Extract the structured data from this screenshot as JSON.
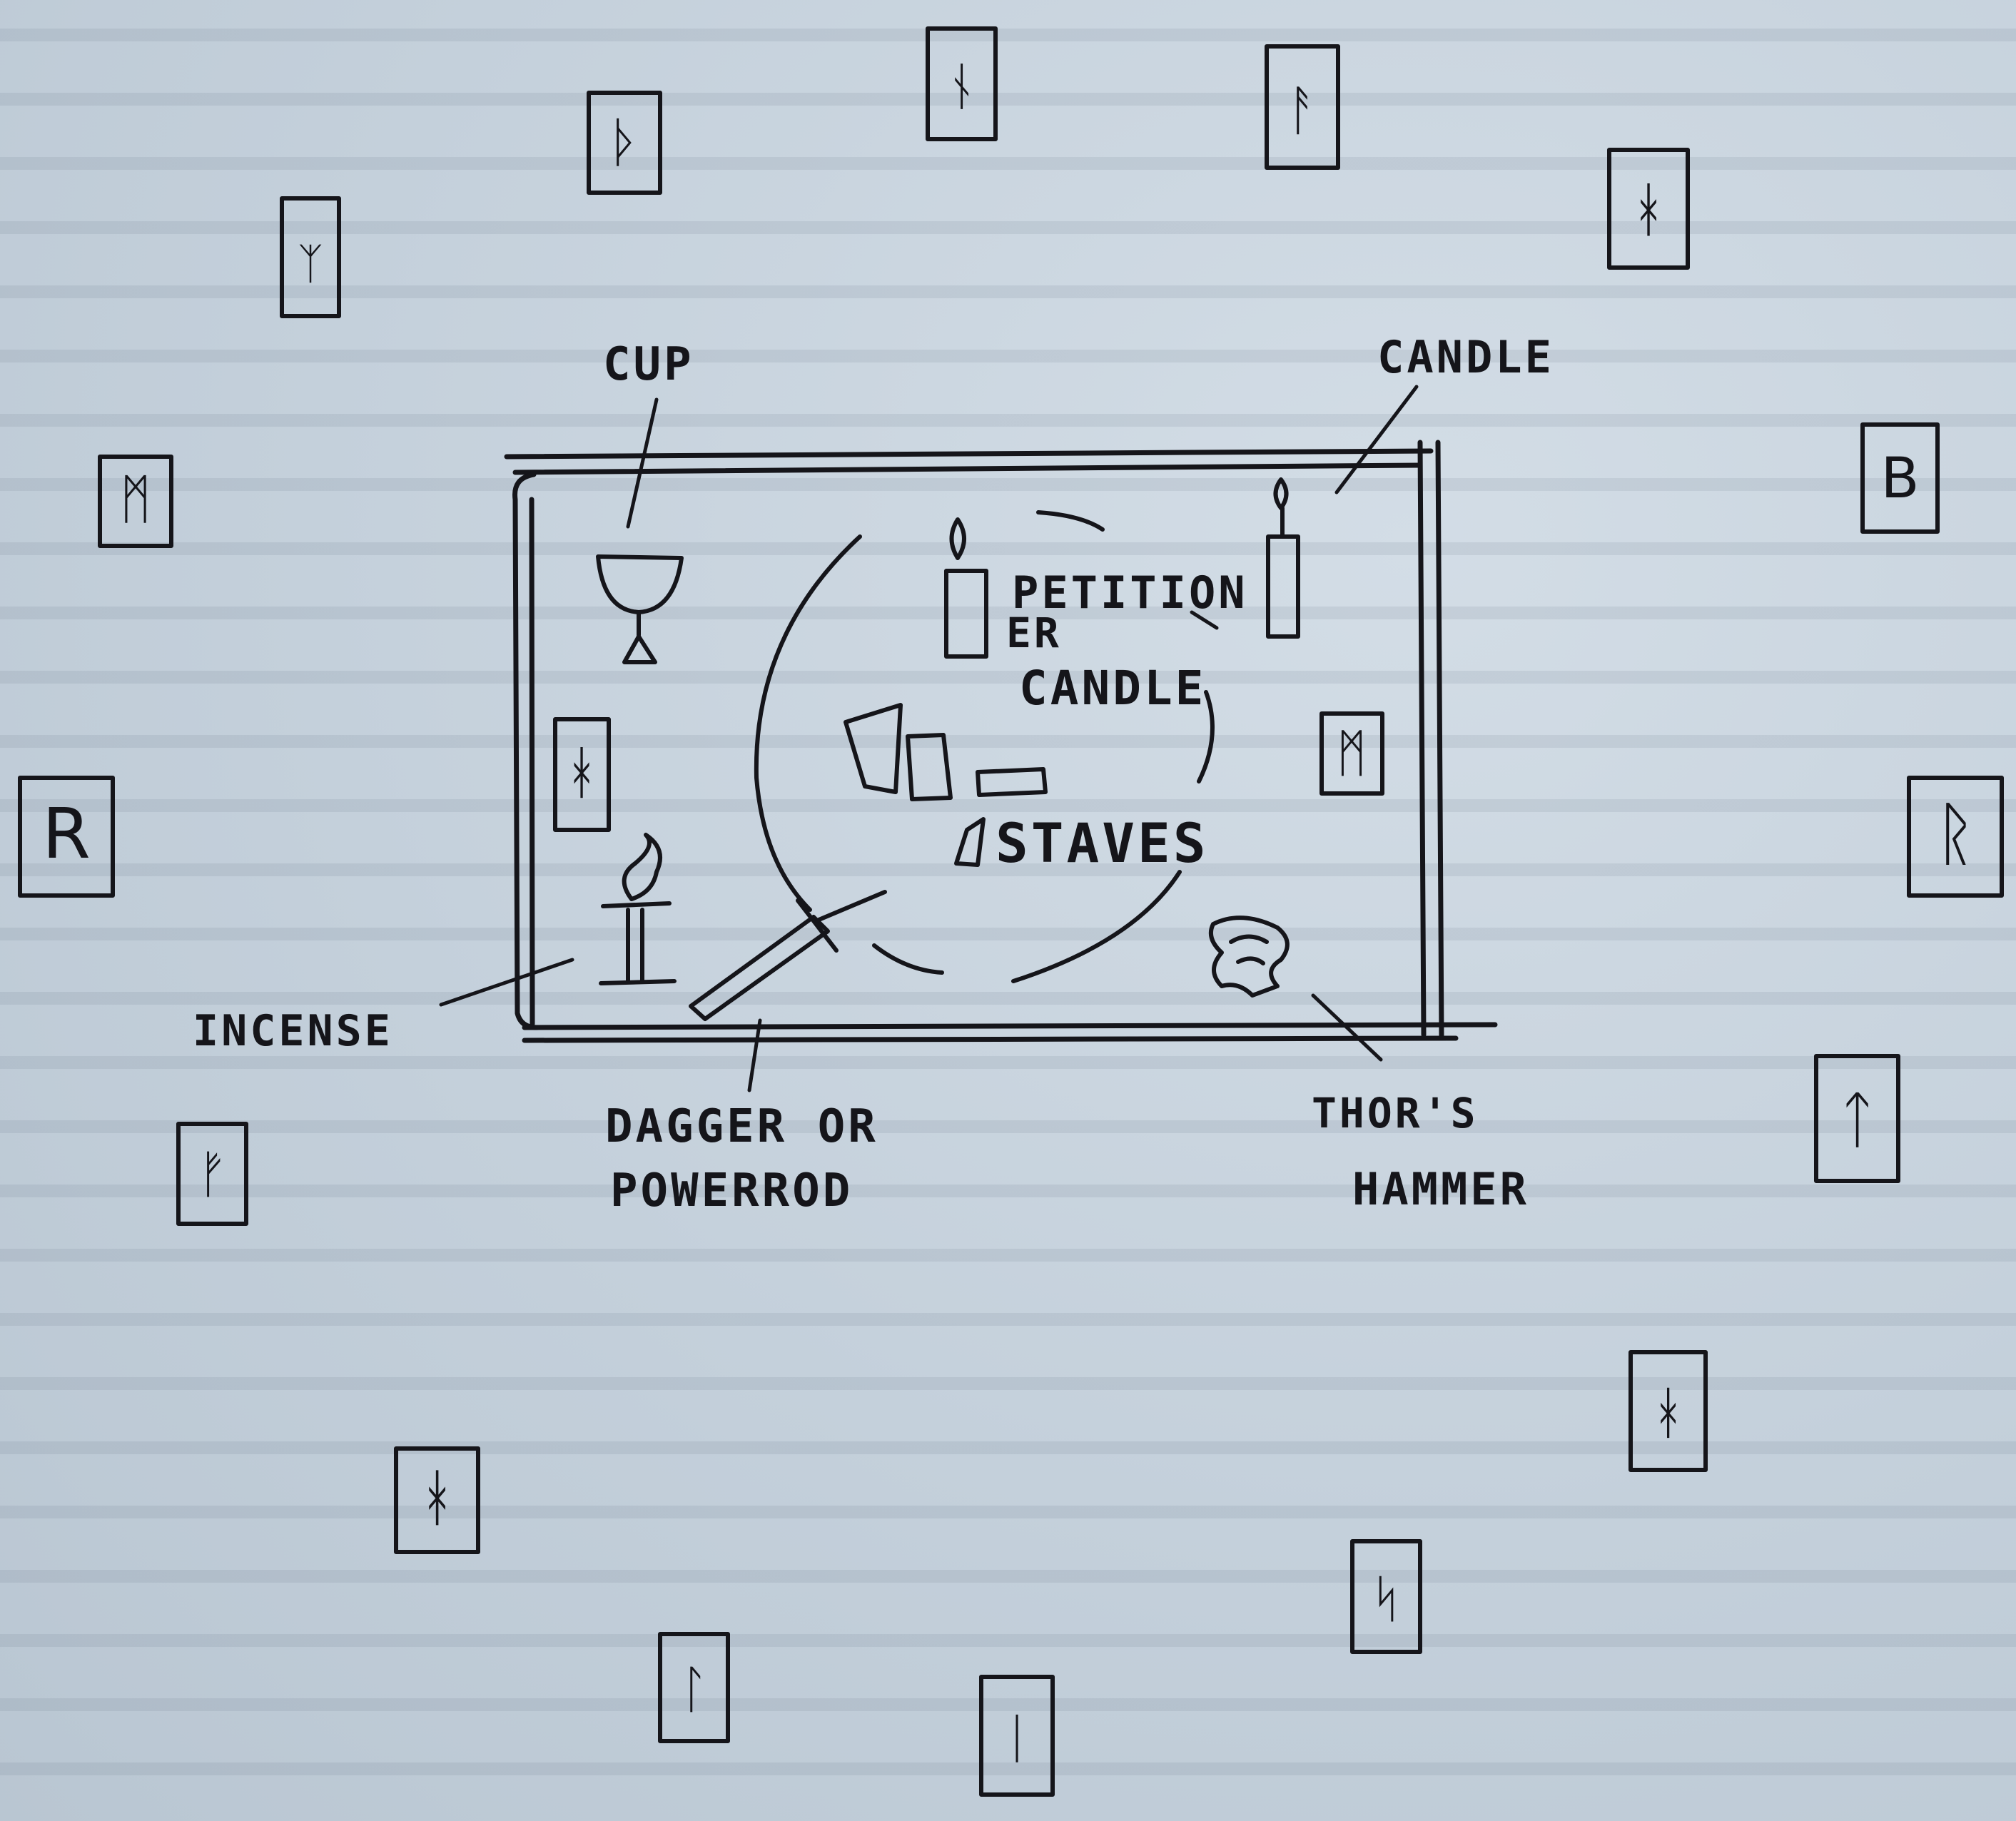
{
  "labels": {
    "cup": "CUP",
    "candle": "CANDLE",
    "petitioner_line1": "PETITION",
    "petitioner_line2": "ER",
    "petitioner_line3": "CANDLE",
    "staves": "STAVES",
    "incense": "INCENSE",
    "dagger_line1": "DAGGER OR",
    "dagger_line2": "POWERROD",
    "thors_line1": "THOR'S",
    "thors_line2": "HAMMER"
  },
  "runes": [
    {
      "name": "rune-boxed-mannaz",
      "symbol": "ᛗ"
    },
    {
      "name": "rune-boxed-thurisaz",
      "symbol": "ᚦ"
    },
    {
      "name": "rune-boxed-ansuz",
      "symbol": "ᚨ"
    },
    {
      "name": "rune-boxed-raido",
      "symbol": "R"
    },
    {
      "name": "rune-boxed-fehu",
      "symbol": "ᚠ"
    },
    {
      "name": "rune-boxed-hagalaz",
      "symbol": "ᚼ"
    },
    {
      "name": "rune-boxed-nauthiz",
      "symbol": "ᚾ"
    },
    {
      "name": "rune-boxed-isa",
      "symbol": "ᛁ"
    },
    {
      "name": "rune-boxed-jera",
      "symbol": "ᚼ"
    },
    {
      "name": "rune-boxed-sowilo",
      "symbol": "ᛋ"
    },
    {
      "name": "rune-boxed-tiwaz",
      "symbol": "ᛏ"
    },
    {
      "name": "rune-boxed-berkano",
      "symbol": "B"
    },
    {
      "name": "rune-boxed-laguz",
      "symbol": "ᛚ"
    },
    {
      "name": "rune-boxed-algiz",
      "symbol": "ᛉ"
    },
    {
      "name": "rune-boxed-ehwaz",
      "symbol": "ᚼ"
    },
    {
      "name": "rune-boxed-uruz",
      "symbol": "ᚱ"
    }
  ]
}
